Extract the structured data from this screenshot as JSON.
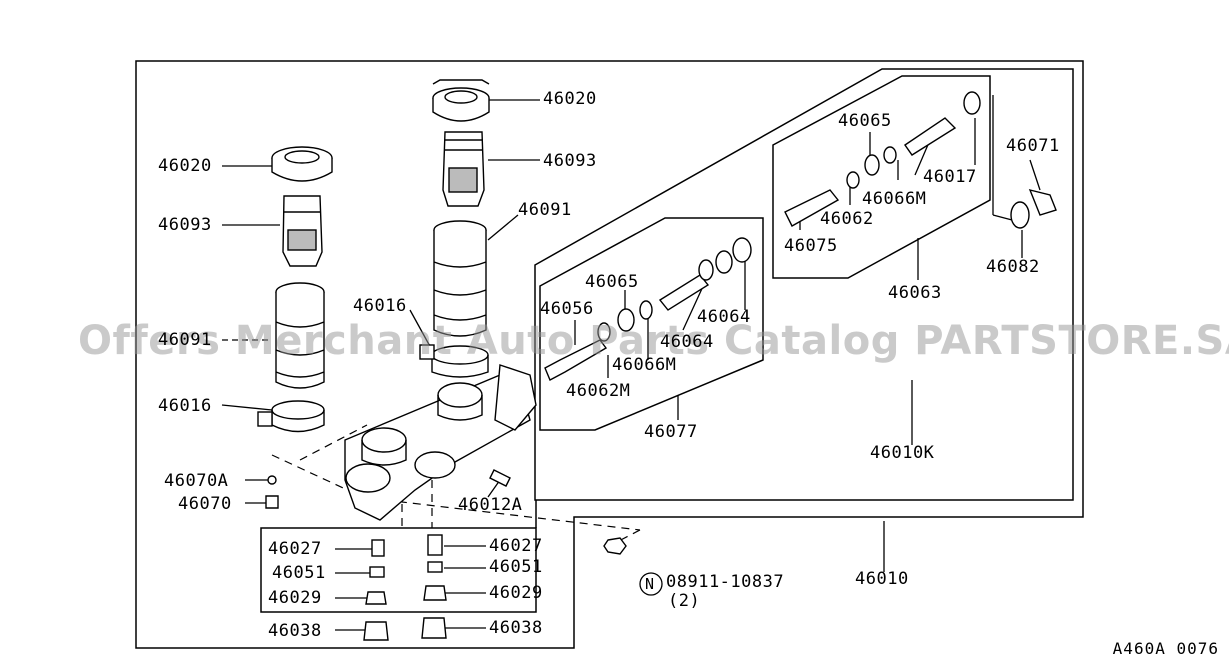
{
  "watermark": "Offers Merchant Auto Parts Catalog PARTSTORE.SA",
  "diagram_code": "A460A 0076",
  "labels": {
    "p46020_top": "46020",
    "p46093_top": "46093",
    "p46091_top": "46091",
    "p46016_top": "46016",
    "p46020_left": "46020",
    "p46093_left": "46093",
    "p46091_left": "46091",
    "p46016_left": "46016",
    "p46070A": "46070A",
    "p46070": "46070",
    "p46012A": "46012A",
    "p46027_l": "46027",
    "p46051_l": "46051",
    "p46029_l": "46029",
    "p46038_l": "46038",
    "p46027_r": "46027",
    "p46051_r": "46051",
    "p46029_r": "46029",
    "p46038_r": "46038",
    "p46065_a": "46065",
    "p46056": "46056",
    "p46064": "46064",
    "p46064b": "46064",
    "p46066M_a": "46066M",
    "p46062M": "46062M",
    "p46077": "46077",
    "p46065_b": "46065",
    "p46017": "46017",
    "p46066M_b": "46066M",
    "p46062": "46062",
    "p46075": "46075",
    "p46063": "46063",
    "p46071": "46071",
    "p46082": "46082",
    "p46010K": "46010K",
    "p46010": "46010",
    "nut_part": "08911-10837",
    "nut_qty": "(2)",
    "nut_symbol": "N"
  }
}
